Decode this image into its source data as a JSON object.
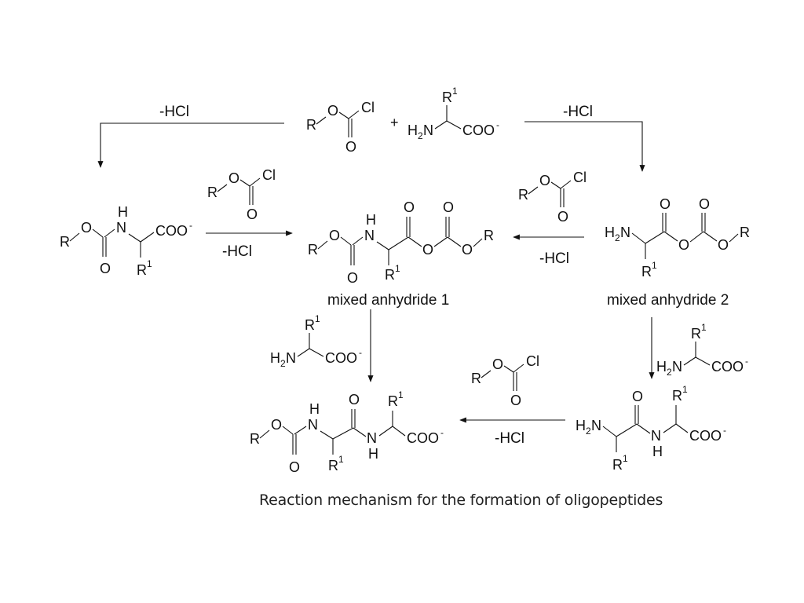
{
  "atoms": {
    "R": "R",
    "O": "O",
    "Cl": "Cl",
    "N": "N",
    "H": "H",
    "H2N_H": "H",
    "H2N_sub": "2",
    "H2N_N": "N",
    "COO": "COO",
    "charge": "-",
    "R1": "R",
    "R1_sup": "1",
    "plus": "+"
  },
  "reagents": {
    "hcl": "-HCl"
  },
  "labels": {
    "anhydride1": "mixed anhydride 1",
    "anhydride2": "mixed anhydride 2"
  },
  "caption": "Reaction mechanism for the formation of oligopeptides"
}
